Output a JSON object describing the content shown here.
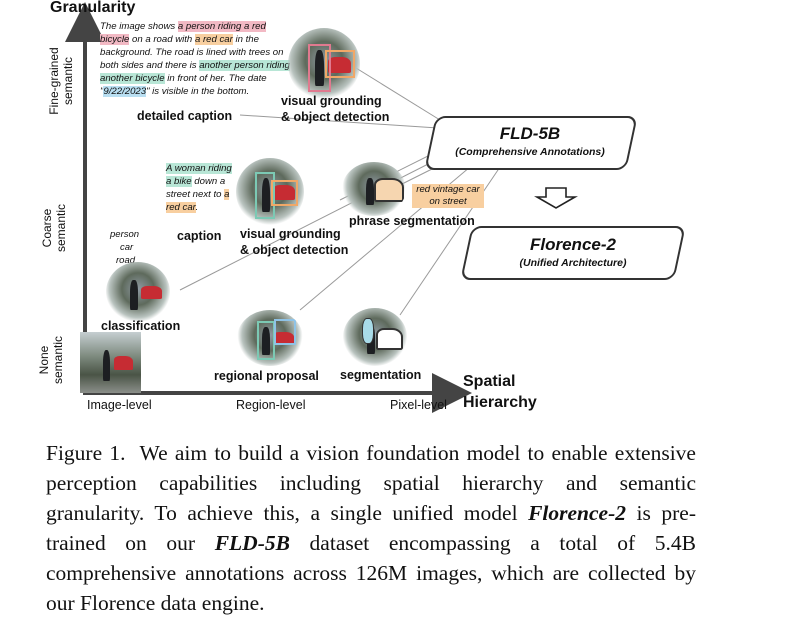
{
  "axes": {
    "y_title": "Granularity",
    "x_title_line1": "Spatial",
    "x_title_line2": "Hierarchy",
    "y_levels": [
      "Fine-grained semantic",
      "Coarse semantic",
      "None semantic"
    ],
    "x_levels": [
      "Image-level",
      "Region-level",
      "Pixel-level"
    ]
  },
  "detailed_caption": {
    "label": "detailed caption",
    "text_parts": [
      {
        "text": "The image shows ",
        "hl": ""
      },
      {
        "text": "a person riding a red bicycle",
        "hl": "red"
      },
      {
        "text": " on a road with ",
        "hl": ""
      },
      {
        "text": "a red car",
        "hl": "orange"
      },
      {
        "text": " in the background. The road is lined with trees on both sides and there is ",
        "hl": ""
      },
      {
        "text": "another person riding another bicycle",
        "hl": "green"
      },
      {
        "text": " in front of her. The date \"",
        "hl": ""
      },
      {
        "text": "9/22/2023",
        "hl": "blue"
      },
      {
        "text": "\" is visible in the bottom.",
        "hl": ""
      }
    ]
  },
  "short_caption": {
    "label": "caption",
    "text_parts": [
      {
        "text": "A woman riding a bike",
        "hl": "green"
      },
      {
        "text": " down a street next to ",
        "hl": ""
      },
      {
        "text": "a red car",
        "hl": "orange"
      },
      {
        "text": ".",
        "hl": ""
      }
    ]
  },
  "classification": {
    "label": "classification",
    "tags": [
      "person",
      "car",
      "road"
    ]
  },
  "task_labels": {
    "vg_od_fine_1": "visual grounding",
    "vg_od_fine_2": "& object detection",
    "vg_od_coarse_1": "visual grounding",
    "vg_od_coarse_2": "& object detection",
    "phrase_segmentation": "phrase segmentation",
    "phrase_text": "red vintage car on street",
    "regional_proposal": "regional proposal",
    "segmentation": "segmentation"
  },
  "fld": {
    "title": "FLD-5B",
    "subtitle": "(Comprehensive Annotations)"
  },
  "florence": {
    "title": "Florence-2",
    "subtitle": "(Unified Architecture)"
  },
  "figure_caption": {
    "label": "Figure 1.",
    "part1": "We aim to build a vision foundation model to enable extensive perception capabilities including spatial hierarchy and semantic granularity. To achieve this, a single unified model ",
    "model": "Florence-2",
    "part2": " is pre-trained on our ",
    "dataset": "FLD-5B",
    "part3": " dataset encompassing a total of 5.4B comprehensive annotations across 126M images, which are collected by our Florence data engine."
  },
  "colors": {
    "hl_red": "#f2b9c4",
    "hl_orange": "#f8cfa0",
    "hl_green": "#b8e6d6",
    "hl_blue": "#b9dff2",
    "axis": "#444444"
  }
}
